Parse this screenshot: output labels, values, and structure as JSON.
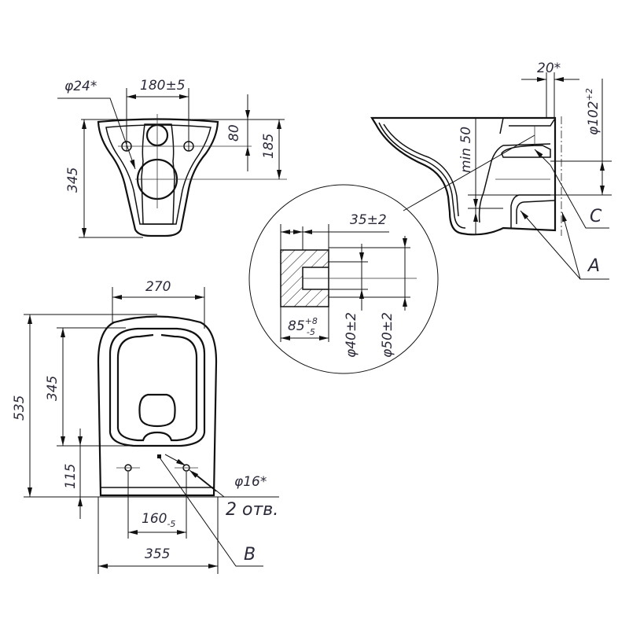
{
  "top_view": {
    "hole_diameter": "φ24*",
    "hole_spacing": "180±5",
    "dim_80": "80",
    "dim_185": "185",
    "dim_345": "345"
  },
  "side_view": {
    "wall_gap": "20*",
    "outlet_diameter": "φ102",
    "outlet_tolerance": "+2",
    "min_50": "min 50",
    "label_c": "C",
    "label_a": "A"
  },
  "detail": {
    "dim_35": "35±2",
    "dim_85": "85",
    "dim_85_upper": "+8",
    "dim_85_lower": "-5",
    "dim_40": "φ40±2",
    "dim_50": "φ50±2"
  },
  "front_view": {
    "dim_270": "270",
    "dim_535": "535",
    "dim_345": "345",
    "dim_115": "115",
    "hole_diameter": "φ16*",
    "hole_count": "2 отв.",
    "dim_160": "160",
    "dim_160_tol": "-5",
    "dim_355": "355",
    "label_b": "B"
  }
}
